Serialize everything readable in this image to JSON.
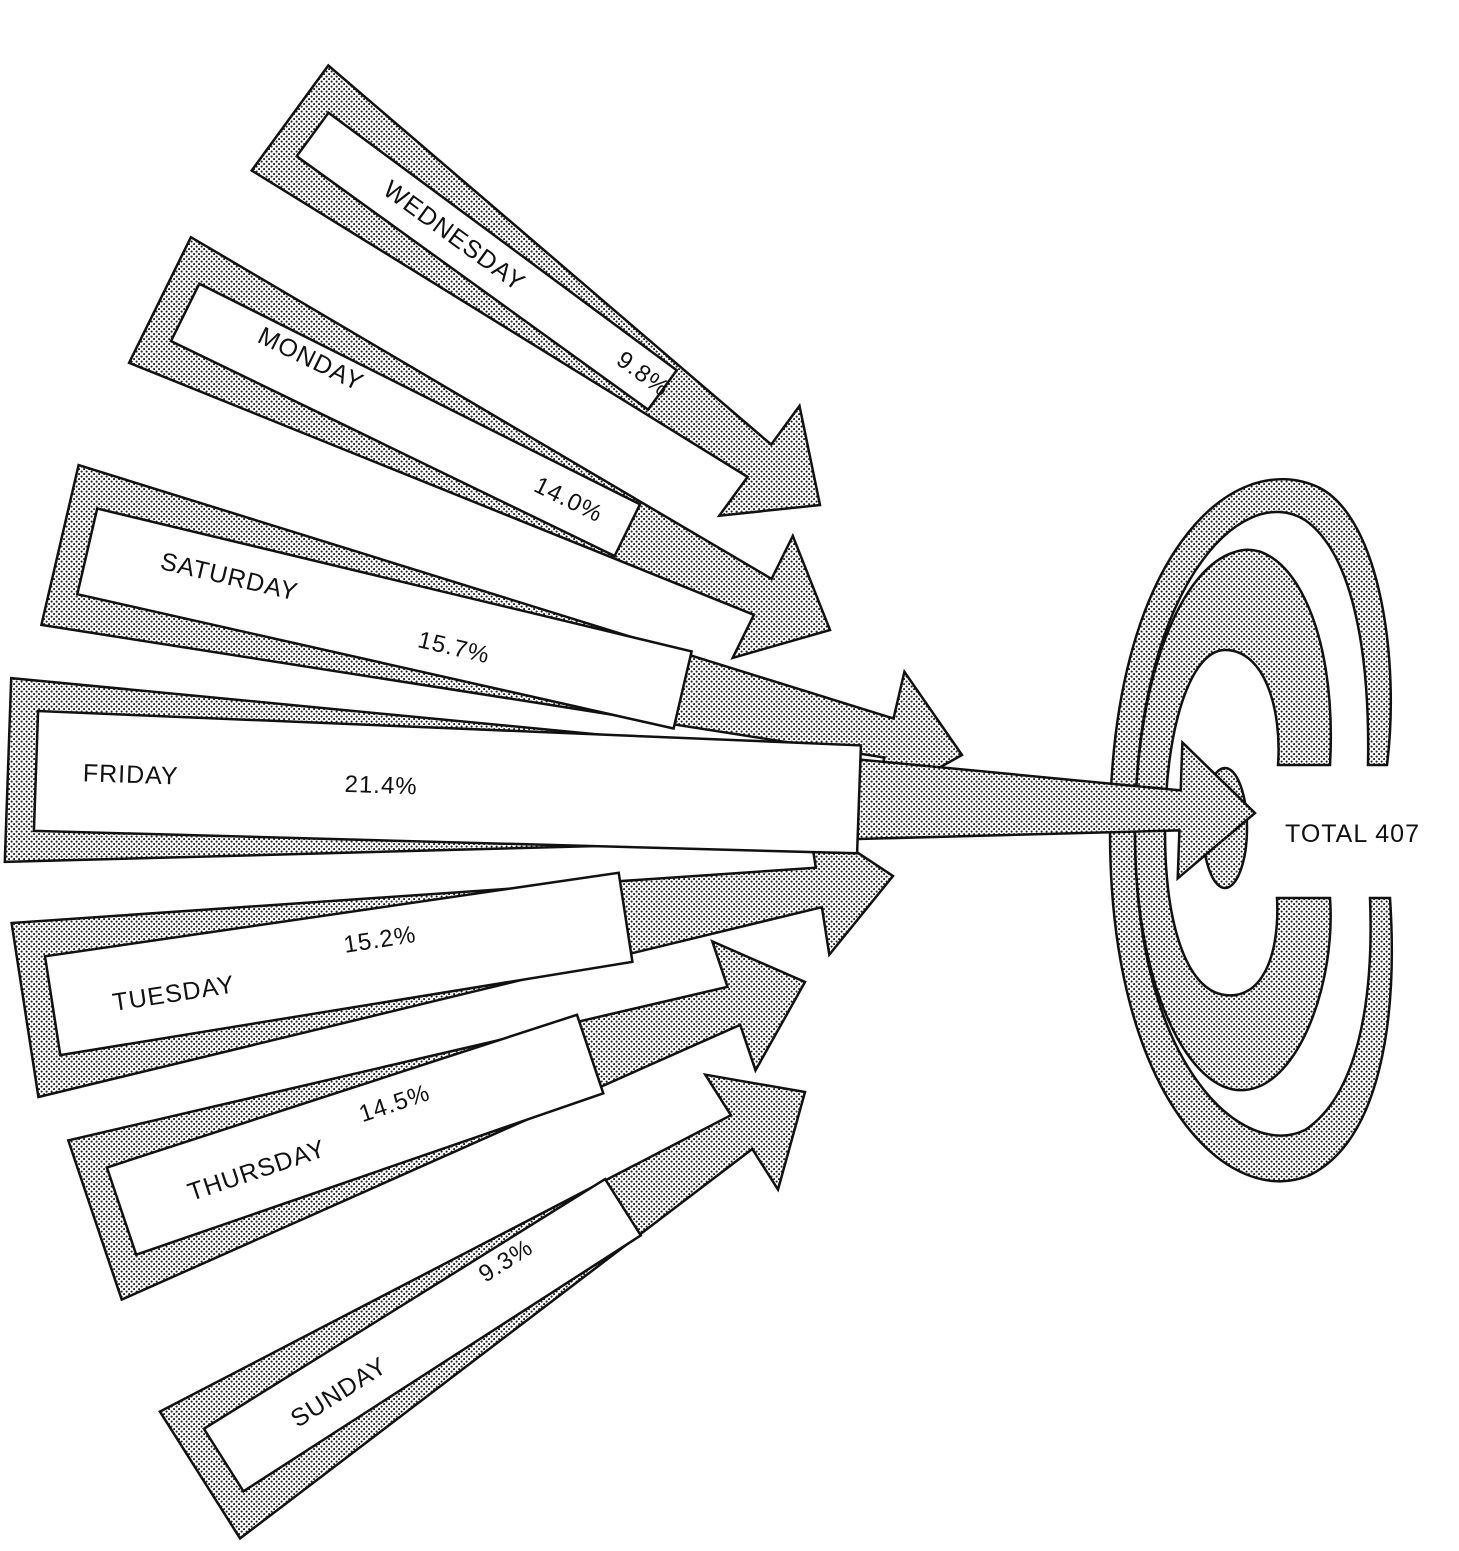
{
  "chart_data": {
    "type": "arrow-diagram",
    "series": [
      {
        "name": "WEDNESDAY",
        "value": 9.8,
        "value_label": "9.8%"
      },
      {
        "name": "MONDAY",
        "value": 14.0,
        "value_label": "14.0%"
      },
      {
        "name": "SATURDAY",
        "value": 15.7,
        "value_label": "15.7%"
      },
      {
        "name": "FRIDAY",
        "value": 21.4,
        "value_label": "21.4%"
      },
      {
        "name": "TUESDAY",
        "value": 15.2,
        "value_label": "15.2%"
      },
      {
        "name": "THURSDAY",
        "value": 14.5,
        "value_label": "14.5%"
      },
      {
        "name": "SUNDAY",
        "value": 9.3,
        "value_label": "9.3%"
      }
    ],
    "total_label": "TOTAL 407",
    "total": 407
  },
  "colors": {
    "ink": "#111111",
    "stipple": "#8a8a8a",
    "paper": "#ffffff"
  }
}
